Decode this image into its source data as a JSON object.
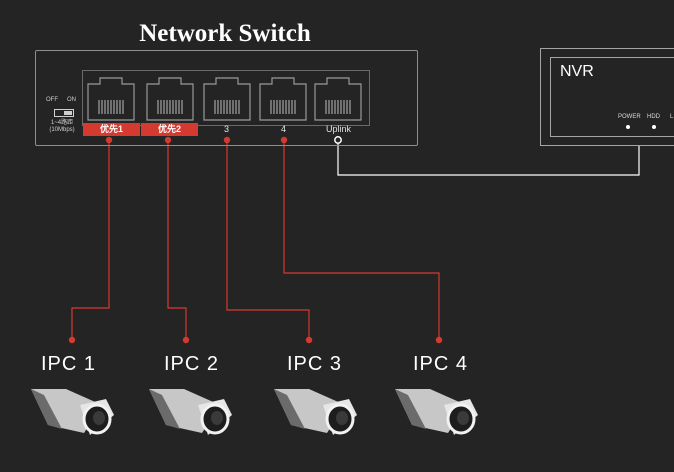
{
  "switch": {
    "title": "Network Switch",
    "dip": {
      "off_label": "OFF",
      "on_label": "ON",
      "mode_label": "1~4路距",
      "mode_sublabel": "(10Mbps)"
    },
    "ports": [
      {
        "label": "优先1",
        "priority": true
      },
      {
        "label": "优先2",
        "priority": true
      },
      {
        "label": "3",
        "priority": false
      },
      {
        "label": "4",
        "priority": false
      },
      {
        "label": "Uplink",
        "priority": false
      }
    ]
  },
  "nvr": {
    "title": "NVR",
    "indicators": [
      "POWER",
      "HDD",
      "L"
    ]
  },
  "cameras": [
    {
      "label": "IPC 1"
    },
    {
      "label": "IPC 2"
    },
    {
      "label": "IPC 3"
    },
    {
      "label": "IPC 4"
    }
  ],
  "colors": {
    "background": "#242424",
    "priority_port": "#d53a30",
    "camera_link": "#d53a30",
    "uplink_link": "#ffffff"
  }
}
